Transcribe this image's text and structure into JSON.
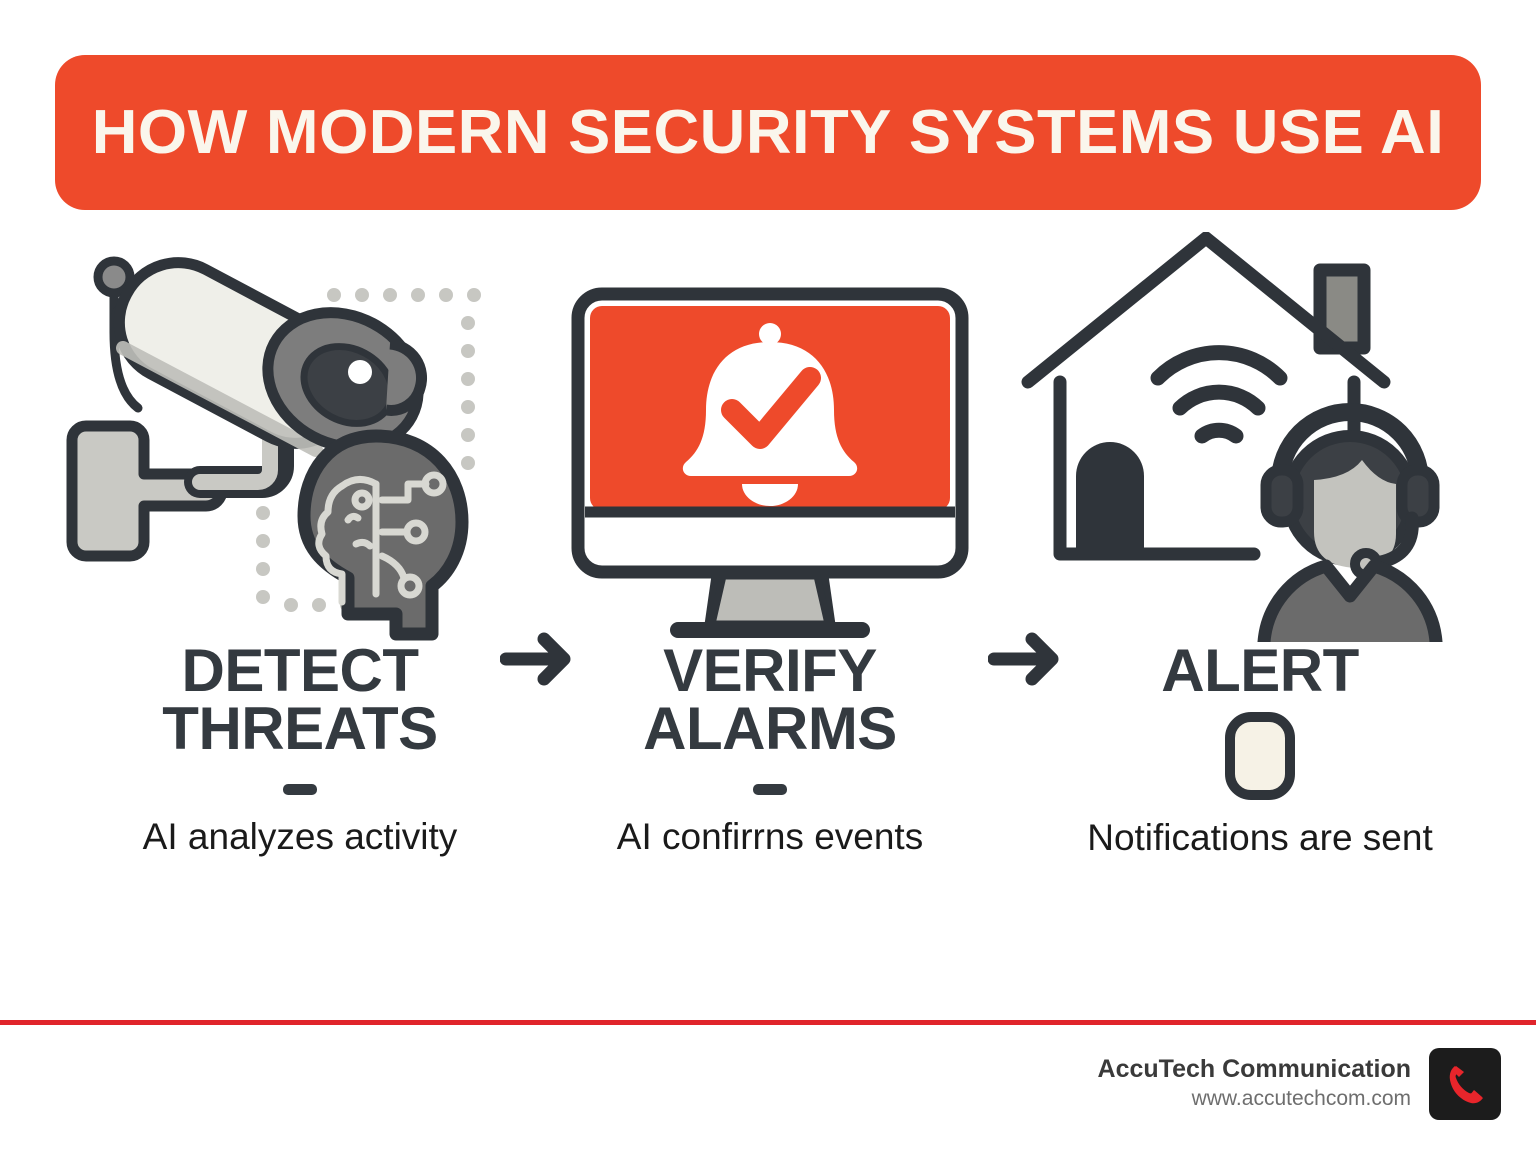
{
  "header": {
    "title": "HOW MODERN SECURITY SYSTEMS USE AI",
    "banner_color": "#EE4A2B",
    "title_color": "#FAF6EC"
  },
  "steps": [
    {
      "id": "detect",
      "title_line1": "DETECT",
      "title_line2": "THREATS",
      "subtitle": "AI analyzes activity",
      "icon": "security-camera-with-ai-head-icon",
      "divider": "dash"
    },
    {
      "id": "verify",
      "title_line1": "VERIFY",
      "title_line2": "ALARMS",
      "subtitle": "AI confirrns events",
      "icon": "monitor-bell-check-icon",
      "divider": "dash"
    },
    {
      "id": "alert",
      "title_line1": "ALERT",
      "title_line2": "",
      "subtitle": "Notifications are sent",
      "icon": "house-wifi-operator-icon",
      "divider": "rounded-blob"
    }
  ],
  "flow": {
    "arrow_1": "arrow-right-icon",
    "arrow_2": "arrow-right-icon"
  },
  "footer": {
    "rule_color": "#E0242B",
    "brand_name": "AccuTech Communication",
    "brand_url": "www.accutechcom.com",
    "logo_icon": "telephone-handset-icon",
    "logo_background": "#1C1C1C",
    "logo_color": "#E8252B"
  },
  "palette": {
    "ink": "#343A40",
    "accent_red": "#EE4A2B",
    "gray_mid": "#6B6B6B",
    "gray_light": "#C9C9C4",
    "cream": "#F6F2E6"
  }
}
